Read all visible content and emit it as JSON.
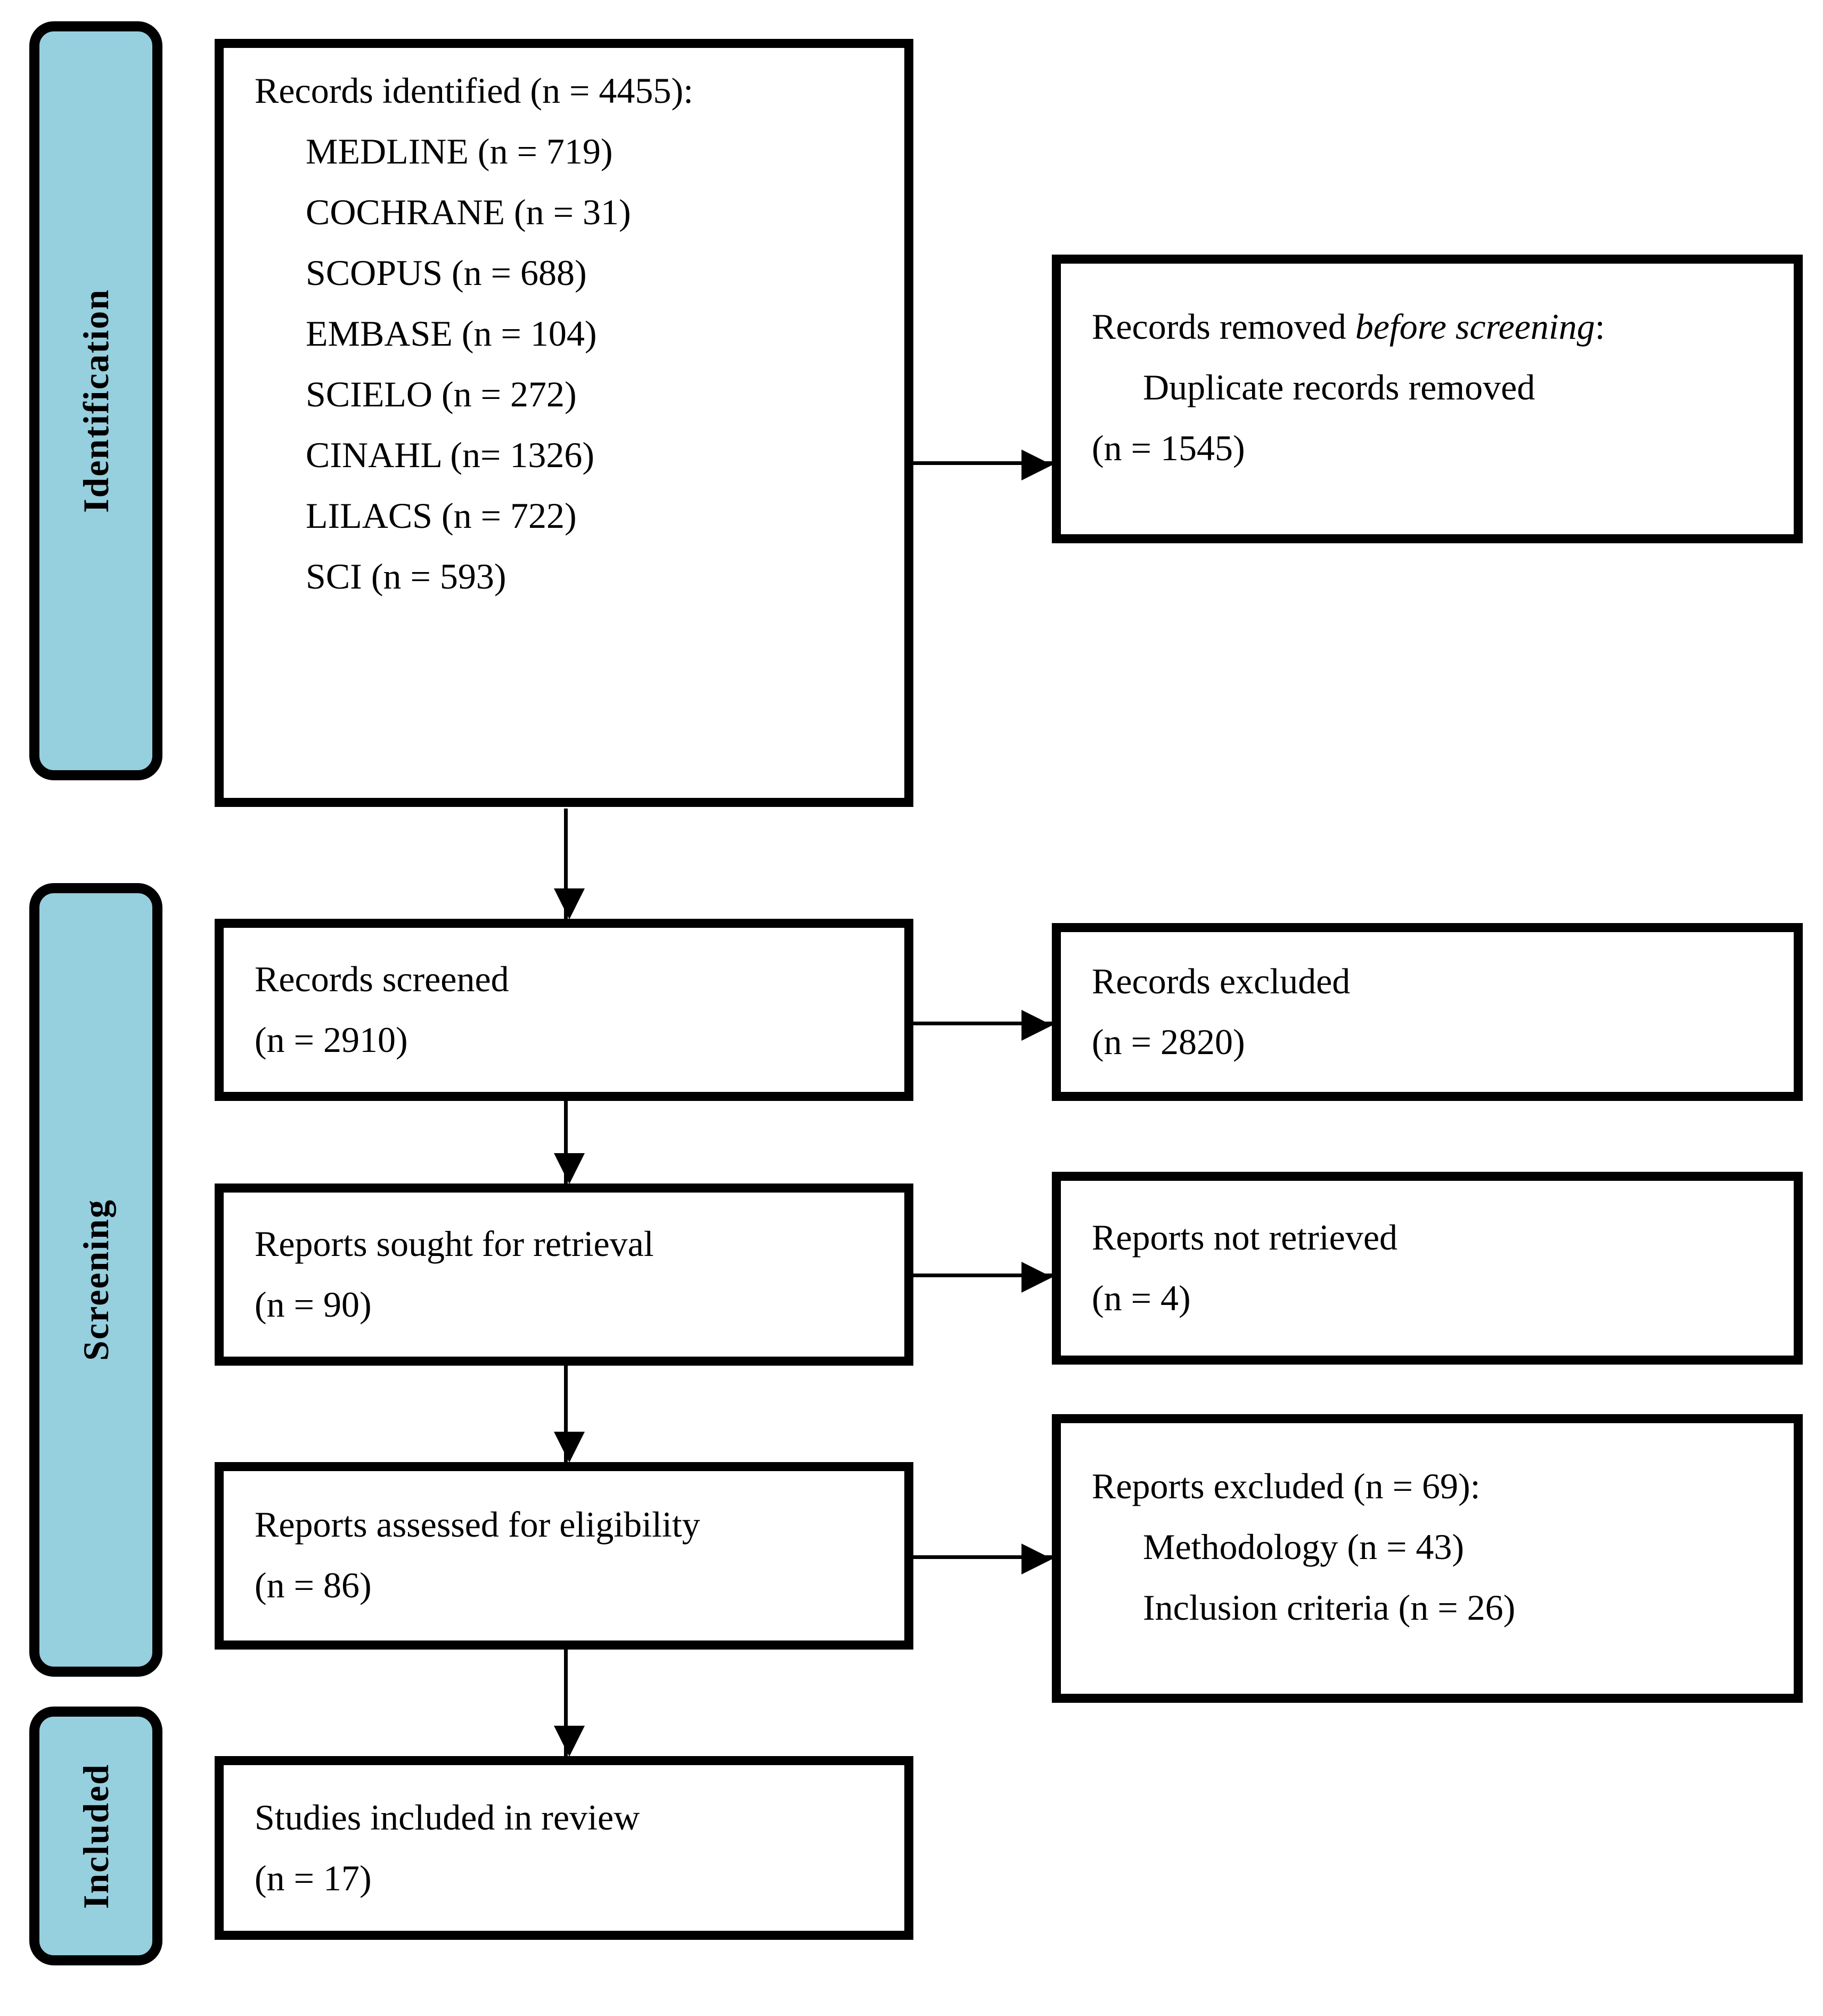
{
  "colors": {
    "stage_fill": "#96CFDE",
    "border": "#000000",
    "box_fill": "#FFFFFF",
    "text": "#000000"
  },
  "stages": [
    {
      "id": "identification",
      "label": "Identification"
    },
    {
      "id": "screening",
      "label": "Screening"
    },
    {
      "id": "included",
      "label": "Included"
    }
  ],
  "boxes": {
    "records_identified": {
      "title": "Records identified (n = 4455):",
      "sources": [
        "MEDLINE (n = 719)",
        "COCHRANE (n = 31)",
        "SCOPUS (n = 688)",
        "EMBASE (n = 104)",
        "SCIELO (n = 272)",
        "CINAHL (n= 1326)",
        "LILACS (n = 722)",
        "SCI (n = 593)"
      ]
    },
    "records_removed": {
      "title_pre": "Records removed ",
      "title_italic": "before screening",
      "title_post": ":",
      "reason": "Duplicate records removed",
      "count": "(n = 1545)"
    },
    "records_screened": {
      "title": "Records screened",
      "count": "(n = 2910)"
    },
    "records_excluded": {
      "title": "Records excluded",
      "count": "(n = 2820)"
    },
    "reports_sought": {
      "title": "Reports sought for retrieval",
      "count": "(n = 90)"
    },
    "reports_not_retrieved": {
      "title": "Reports not retrieved",
      "count": "(n = 4)"
    },
    "reports_assessed": {
      "title": "Reports assessed for eligibility",
      "count": "(n = 86)"
    },
    "reports_excluded": {
      "title": "Reports excluded (n = 69):",
      "reasons": [
        "Methodology (n = 43)",
        "Inclusion criteria (n = 26)"
      ]
    },
    "studies_included": {
      "title": "Studies included in review",
      "count": "(n = 17)"
    }
  },
  "flow": {
    "arrows": [
      {
        "name": "identified-to-removed",
        "direction": "right"
      },
      {
        "name": "identified-to-screened",
        "direction": "down"
      },
      {
        "name": "screened-to-excluded",
        "direction": "right"
      },
      {
        "name": "screened-to-sought",
        "direction": "down"
      },
      {
        "name": "sought-to-not-retrieved",
        "direction": "right"
      },
      {
        "name": "sought-to-assessed",
        "direction": "down"
      },
      {
        "name": "assessed-to-excluded",
        "direction": "right"
      },
      {
        "name": "assessed-to-included",
        "direction": "down"
      }
    ]
  }
}
